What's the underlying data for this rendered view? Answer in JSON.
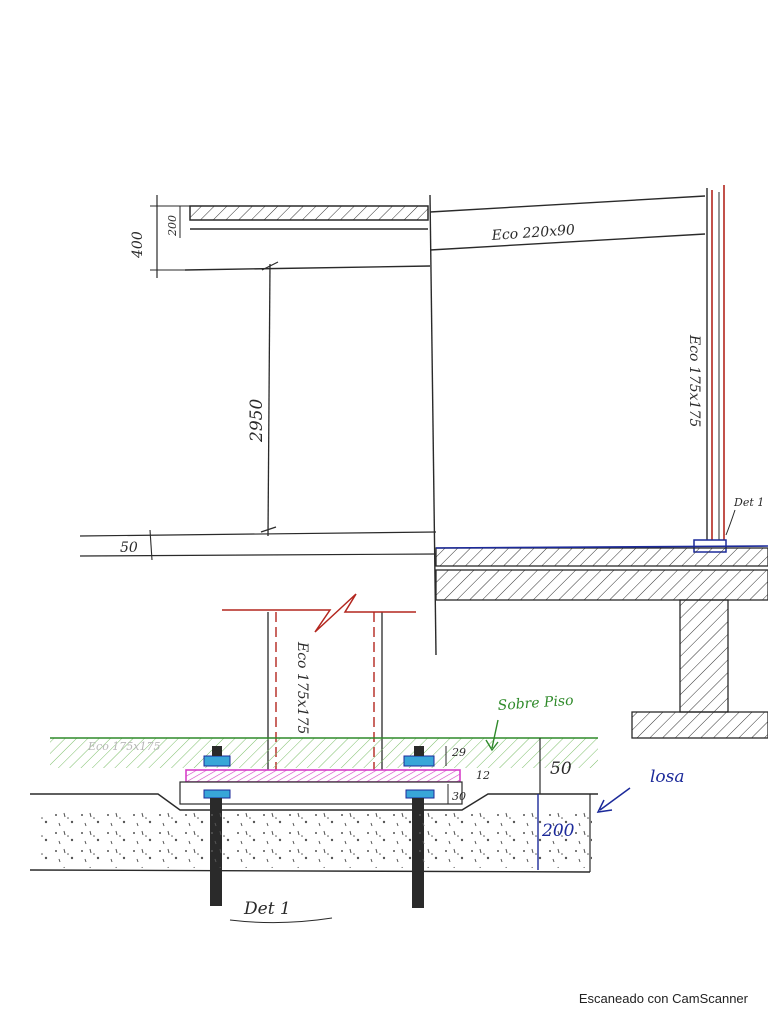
{
  "labels": {
    "beam": "Eco 220x90",
    "column_right": "Eco 175x175",
    "column_detail": "Eco 175x175",
    "dim_400": "400",
    "dim_200": "200",
    "dim_2950": "2950",
    "dim_50_left": "50",
    "detail_ref_top": "Det 1",
    "sobre_piso": "Sobre Piso",
    "losa": "losa",
    "dim_29": "29",
    "dim_12": "12",
    "dim_30": "30",
    "dim_50_right": "50",
    "dim_200_slab": "200",
    "detail_title": "Det 1",
    "ghost_text": "Eco 175x175"
  },
  "footer": {
    "scanner_note": "Escaneado con CamScanner"
  },
  "colors": {
    "ink": "#2a2a2a",
    "red_steel": "#b3261e",
    "green_floor": "#2f8a2a",
    "magenta_plate": "#d640c8",
    "blue_annotation": "#1c2a9a",
    "cyan_nut": "#38a6d8",
    "paper": "#ffffff"
  }
}
